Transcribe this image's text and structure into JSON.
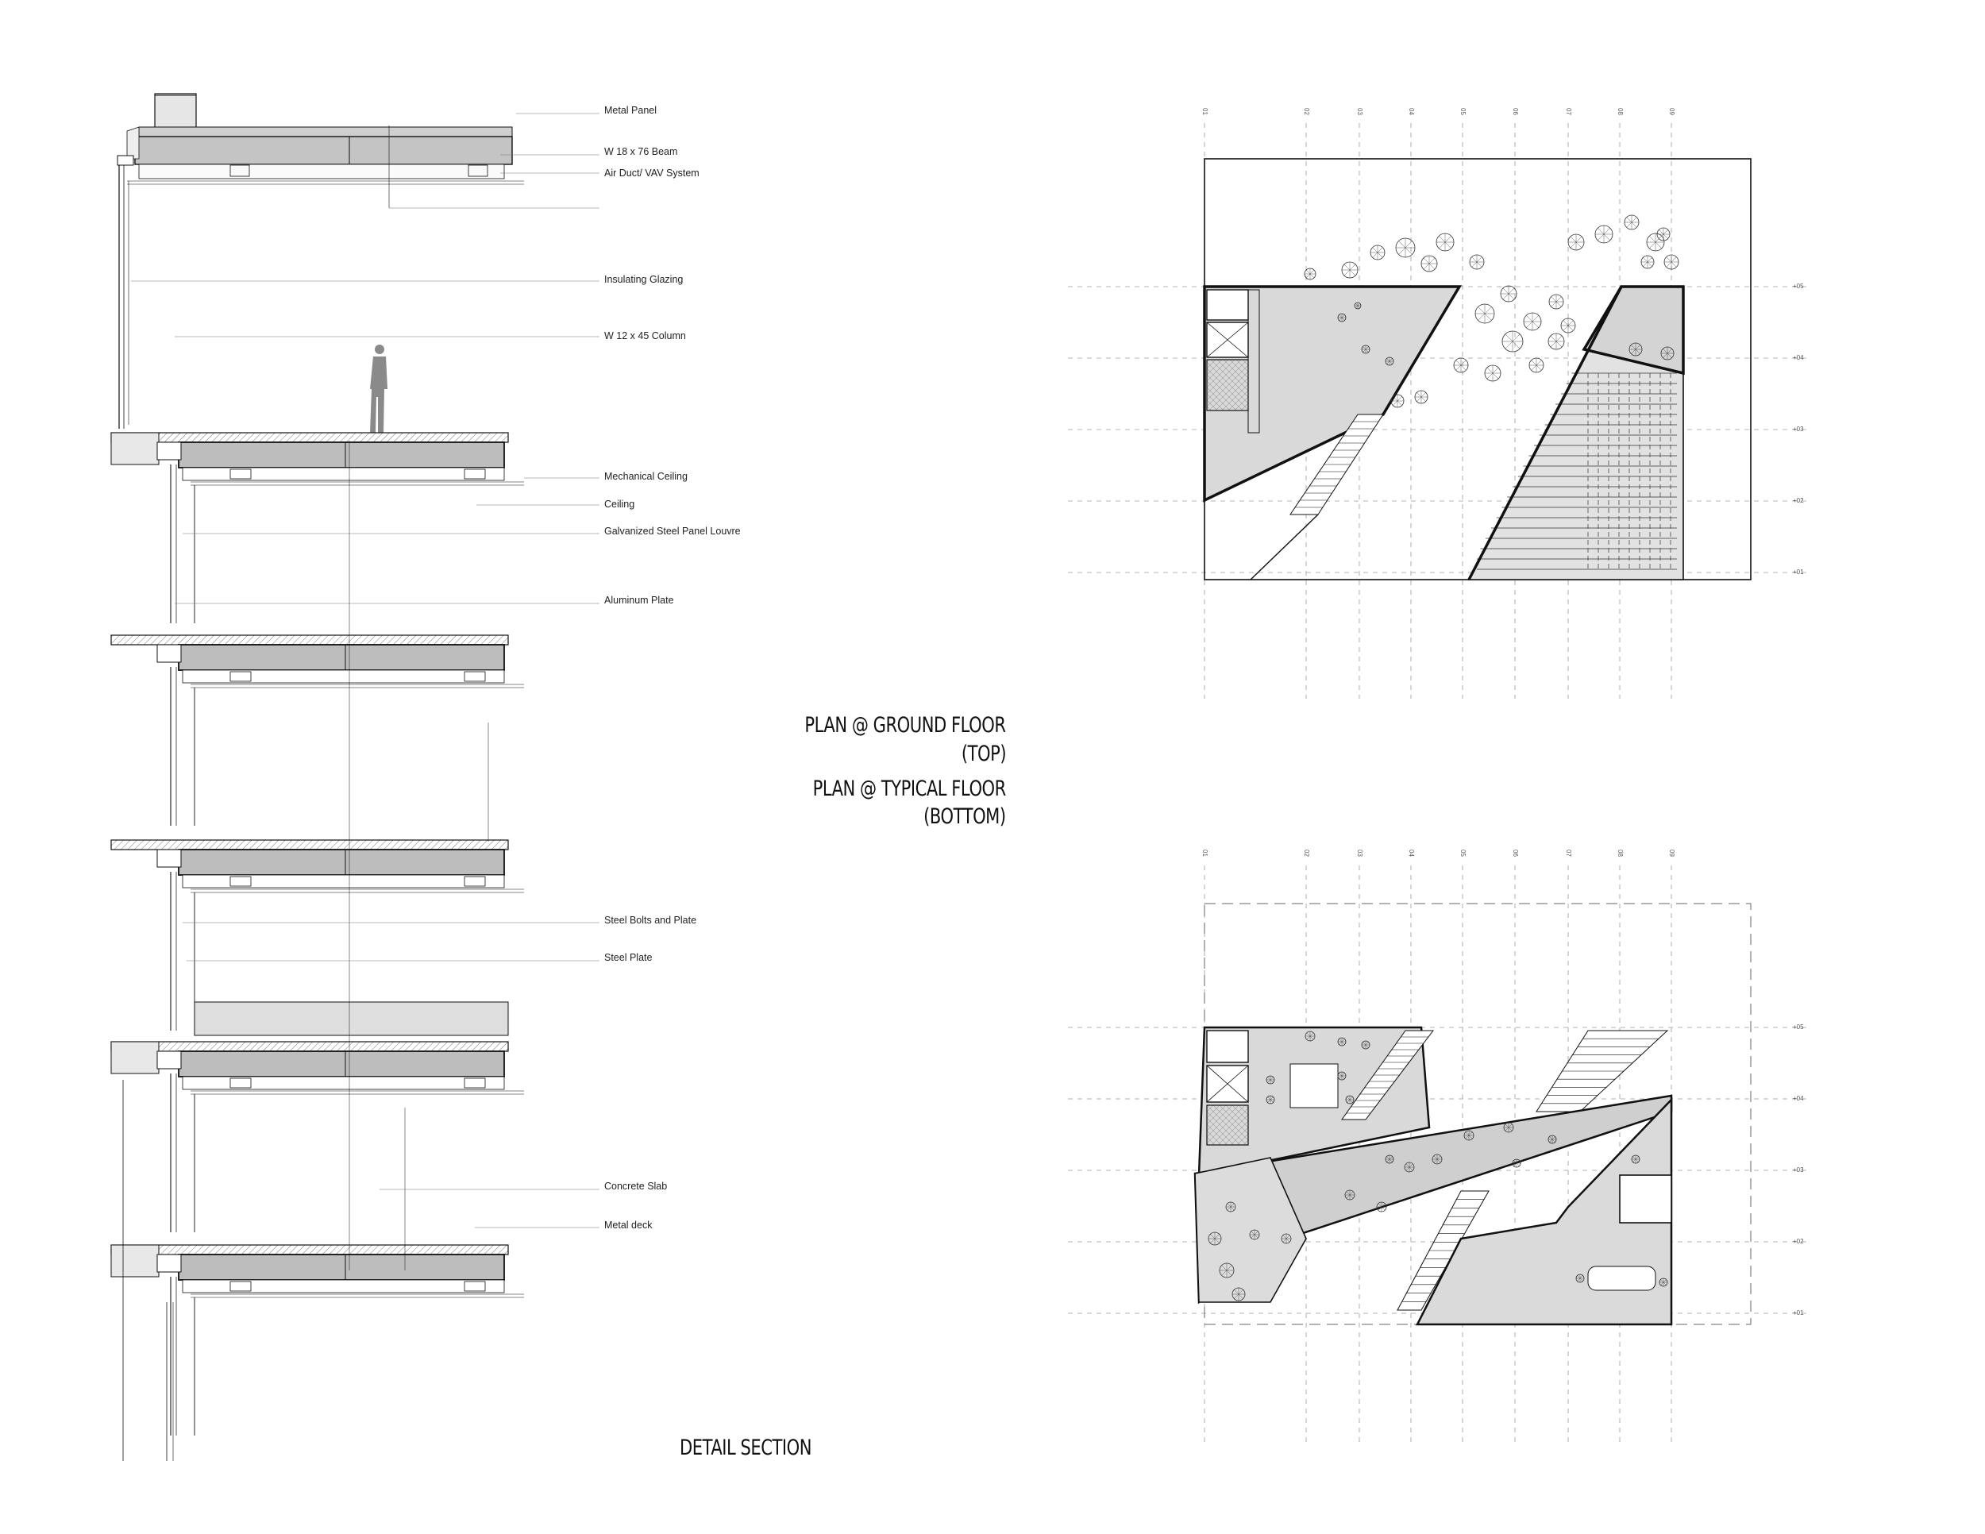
{
  "detail_section": {
    "title": "DETAIL SECTION",
    "callouts": [
      {
        "label": "Metal Panel"
      },
      {
        "label": "W 18 x 76 Beam"
      },
      {
        "label": "Air Duct/ VAV System"
      },
      {
        "label": "Insulating Glazing"
      },
      {
        "label": "W 12 x 45 Column"
      },
      {
        "label": "Mechanical Ceiling"
      },
      {
        "label": "Ceiling"
      },
      {
        "label": "Galvanized Steel Panel Louvre"
      },
      {
        "label": "Aluminum Plate"
      },
      {
        "label": "Steel Bolts and Plate"
      },
      {
        "label": "Steel Plate"
      },
      {
        "label": "Concrete Slab"
      },
      {
        "label": "Metal deck"
      }
    ]
  },
  "plans": {
    "title_lines": [
      "PLAN @ GROUND FLOOR",
      "(TOP)",
      "PLAN @ TYPICAL FLOOR",
      "(BOTTOM)"
    ],
    "grid_columns": [
      "01",
      "02",
      "03",
      "04",
      "05",
      "06",
      "07",
      "08",
      "09"
    ],
    "grid_rows": [
      "05",
      "04",
      "03",
      "02",
      "01"
    ]
  },
  "colors": {
    "line": "#111111",
    "fill_light": "#d8d8d8",
    "fill_mid": "#b9b9b9",
    "grid": "#9a9a9a"
  }
}
